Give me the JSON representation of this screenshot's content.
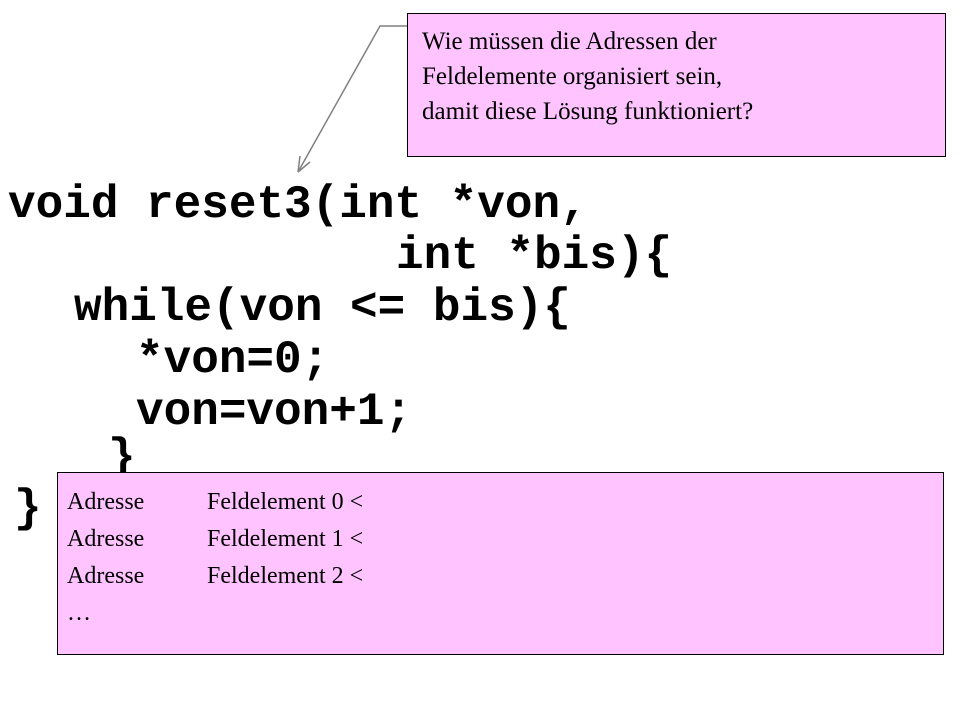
{
  "code": {
    "line1": "void reset3(int *von,",
    "line2": "int *bis){",
    "line3": "while(von <= bis){",
    "line4": "*von=0;",
    "line5": "von=von+1;",
    "line6": "}",
    "line7": "}"
  },
  "question": {
    "lines": [
      "Wie müssen die Adressen der",
      "Feldelemente organisiert sein,",
      "damit diese Lösung funktioniert?"
    ]
  },
  "addresses": {
    "rows": [
      {
        "word": "Adresse",
        "rest": "Feldelement 0 <"
      },
      {
        "word": "Adresse",
        "rest": "Feldelement 1 <"
      },
      {
        "word": "Adresse",
        "rest": "Feldelement 2 <"
      }
    ],
    "ellipsis": "…"
  },
  "colors": {
    "callout_background": "#ffc4ff",
    "border": "#000000",
    "text": "#000000",
    "arrow": "#808080"
  },
  "icons": {
    "arrow": "arrow-pointer-icon"
  }
}
